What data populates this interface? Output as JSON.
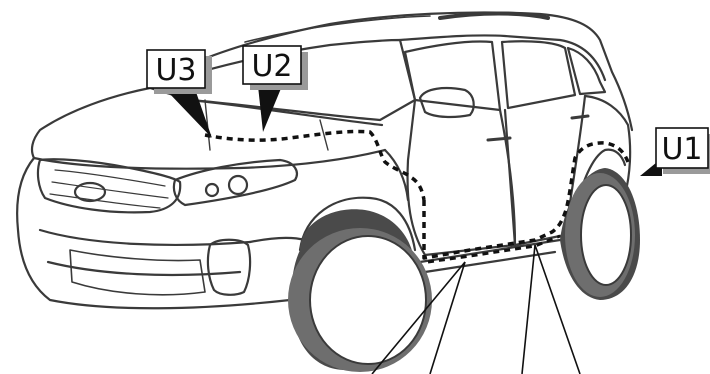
{
  "callouts": {
    "u1": "U1",
    "u2": "U2",
    "u3": "U3"
  },
  "colors": {
    "outline": "#3a3a3a",
    "tire": "#6e6e6e",
    "tire_dark": "#4a4a4a",
    "shadow": "#9a9a9a",
    "wire": "#111111",
    "background": "#ffffff"
  }
}
